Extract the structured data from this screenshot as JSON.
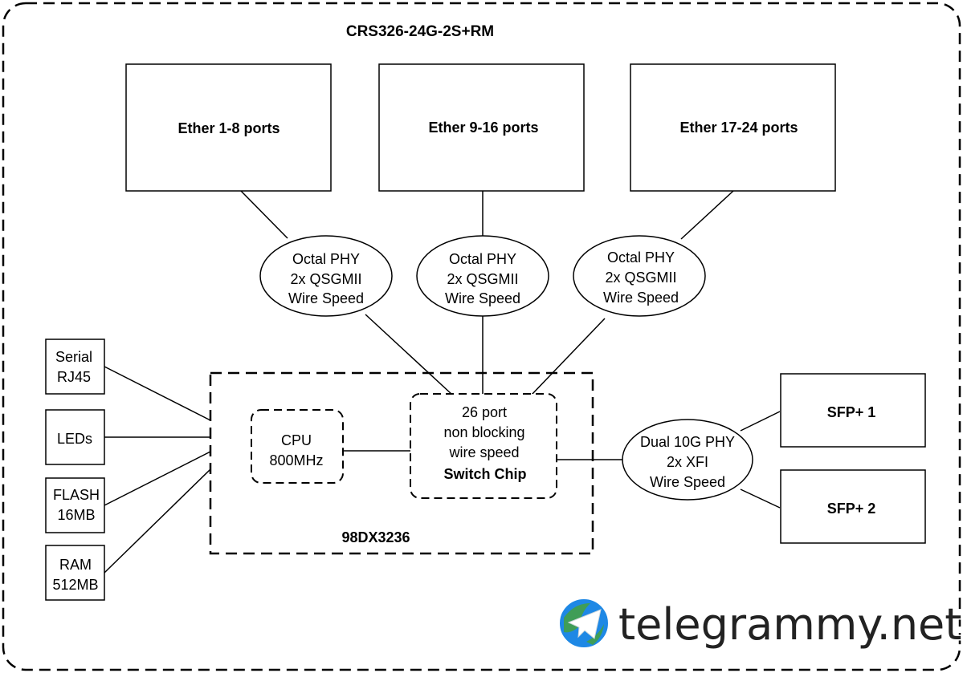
{
  "title": "CRS326-24G-2S+RM",
  "ether_groups": [
    {
      "label": "Ether 1-8 ports"
    },
    {
      "label": "Ether 9-16 ports"
    },
    {
      "label": "Ether 17-24 ports"
    }
  ],
  "phys": [
    {
      "lines": [
        "Octal PHY",
        "2x QSGMII",
        "Wire Speed"
      ]
    },
    {
      "lines": [
        "Octal PHY",
        "2x QSGMII",
        "Wire Speed"
      ]
    },
    {
      "lines": [
        "Octal PHY",
        "2x QSGMII",
        "Wire Speed"
      ]
    }
  ],
  "peripherals": [
    {
      "lines": [
        "Serial",
        "RJ45"
      ]
    },
    {
      "lines": [
        "LEDs"
      ]
    },
    {
      "lines": [
        "FLASH",
        "16MB"
      ]
    },
    {
      "lines": [
        "RAM",
        "512MB"
      ]
    }
  ],
  "soc": {
    "label": "98DX3236",
    "cpu": {
      "lines": [
        "CPU",
        "800MHz"
      ]
    },
    "switch_chip": {
      "lines": [
        "26 port",
        "non blocking",
        "wire speed"
      ],
      "bold_line": "Switch Chip"
    }
  },
  "sfp_phy": {
    "lines": [
      "Dual 10G PHY",
      "2x XFI",
      "Wire Speed"
    ]
  },
  "sfp_ports": [
    {
      "label": "SFP+ 1"
    },
    {
      "label": "SFP+ 2"
    }
  ],
  "watermark": {
    "text": "telegrammy.net"
  },
  "colors": {
    "stroke": "#000000",
    "background": "#ffffff",
    "logo_blue": "#1e88e5",
    "logo_green": "#43a047"
  }
}
